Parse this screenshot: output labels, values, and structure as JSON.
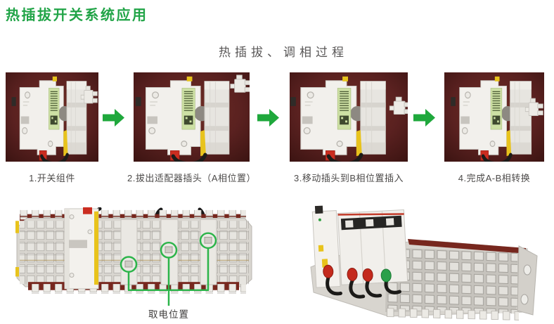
{
  "header": {
    "title": "热插拔开关系统应用"
  },
  "process": {
    "subtitle": "热插拔、调相过程",
    "arrow_icon": "arrow-right-icon",
    "steps": [
      {
        "caption": "1.开关组件"
      },
      {
        "caption": "2.拔出适配器插头（A相位置）"
      },
      {
        "caption": "3.移动插头到B相位置插入"
      },
      {
        "caption": "4.完成A-B相转换"
      }
    ]
  },
  "busbar": {
    "power_tap_label": "取电位置"
  },
  "colors": {
    "title_green": "#21A447",
    "arrow_green": "#1FA83C",
    "annotation_green": "#2CB44A",
    "photo_background_maroon": "#5A2120",
    "subtitle_gray": "#595757",
    "caption_gray": "#4D4B4A"
  }
}
